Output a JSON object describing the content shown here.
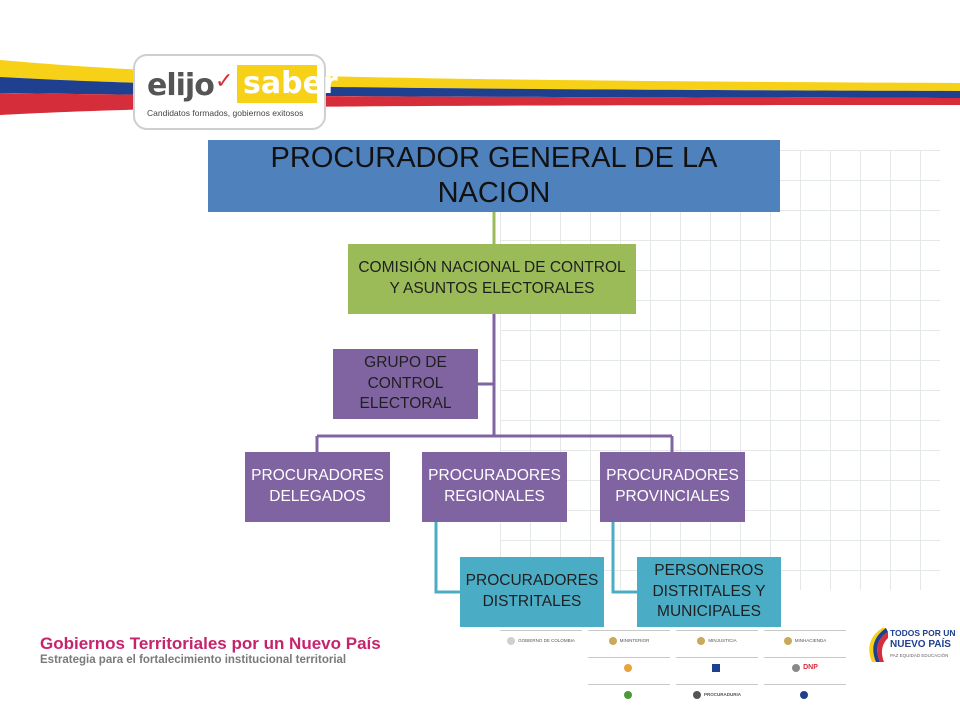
{
  "branding": {
    "logo_word_1": "elijo",
    "logo_word_2": "saber",
    "logo_tagline": "Candidatos formados, gobiernos exitosos",
    "flag_colors": {
      "yellow": "#f7d117",
      "blue": "#1f3f8f",
      "red": "#d62d3a"
    },
    "footer_title": "Gobiernos Territoriales por un Nuevo País",
    "footer_subtitle": "Estrategia para el fortalecimiento institucional territorial",
    "partner_logos": [
      "GOBIERNO DE COLOMBIA",
      "MININTERIOR",
      "MINJUSTICIA",
      "MINHACIENDA",
      "",
      "",
      "DNP",
      "",
      "PROCURADURIA",
      "",
      "",
      ""
    ],
    "slogan_logo": {
      "line1": "TODOS POR UN",
      "line2": "NUEVO PAÍS",
      "line3": "PAZ  EQUIDAD  EDUCACIÓN"
    }
  },
  "org_chart": {
    "top": "PROCURADOR GENERAL DE LA NACION",
    "commission": "COMISIÓN NACIONAL DE CONTROL Y ASUNTOS ELECTORALES",
    "group": "GRUPO DE CONTROL ELECTORAL",
    "level3": [
      "PROCURADORES DELEGADOS",
      "PROCURADORES REGIONALES",
      "PROCURADORES PROVINCIALES"
    ],
    "level4_regional": "PROCURADORES DISTRITALES",
    "level4_provincial": "PERSONEROS DISTRITALES Y MUNICIPALES"
  },
  "colors": {
    "top_box": "#4f81bd",
    "commission_box": "#9bbb59",
    "purple_box": "#8064a2",
    "teal_box": "#4bacc6",
    "footer_title": "#c6236e"
  }
}
